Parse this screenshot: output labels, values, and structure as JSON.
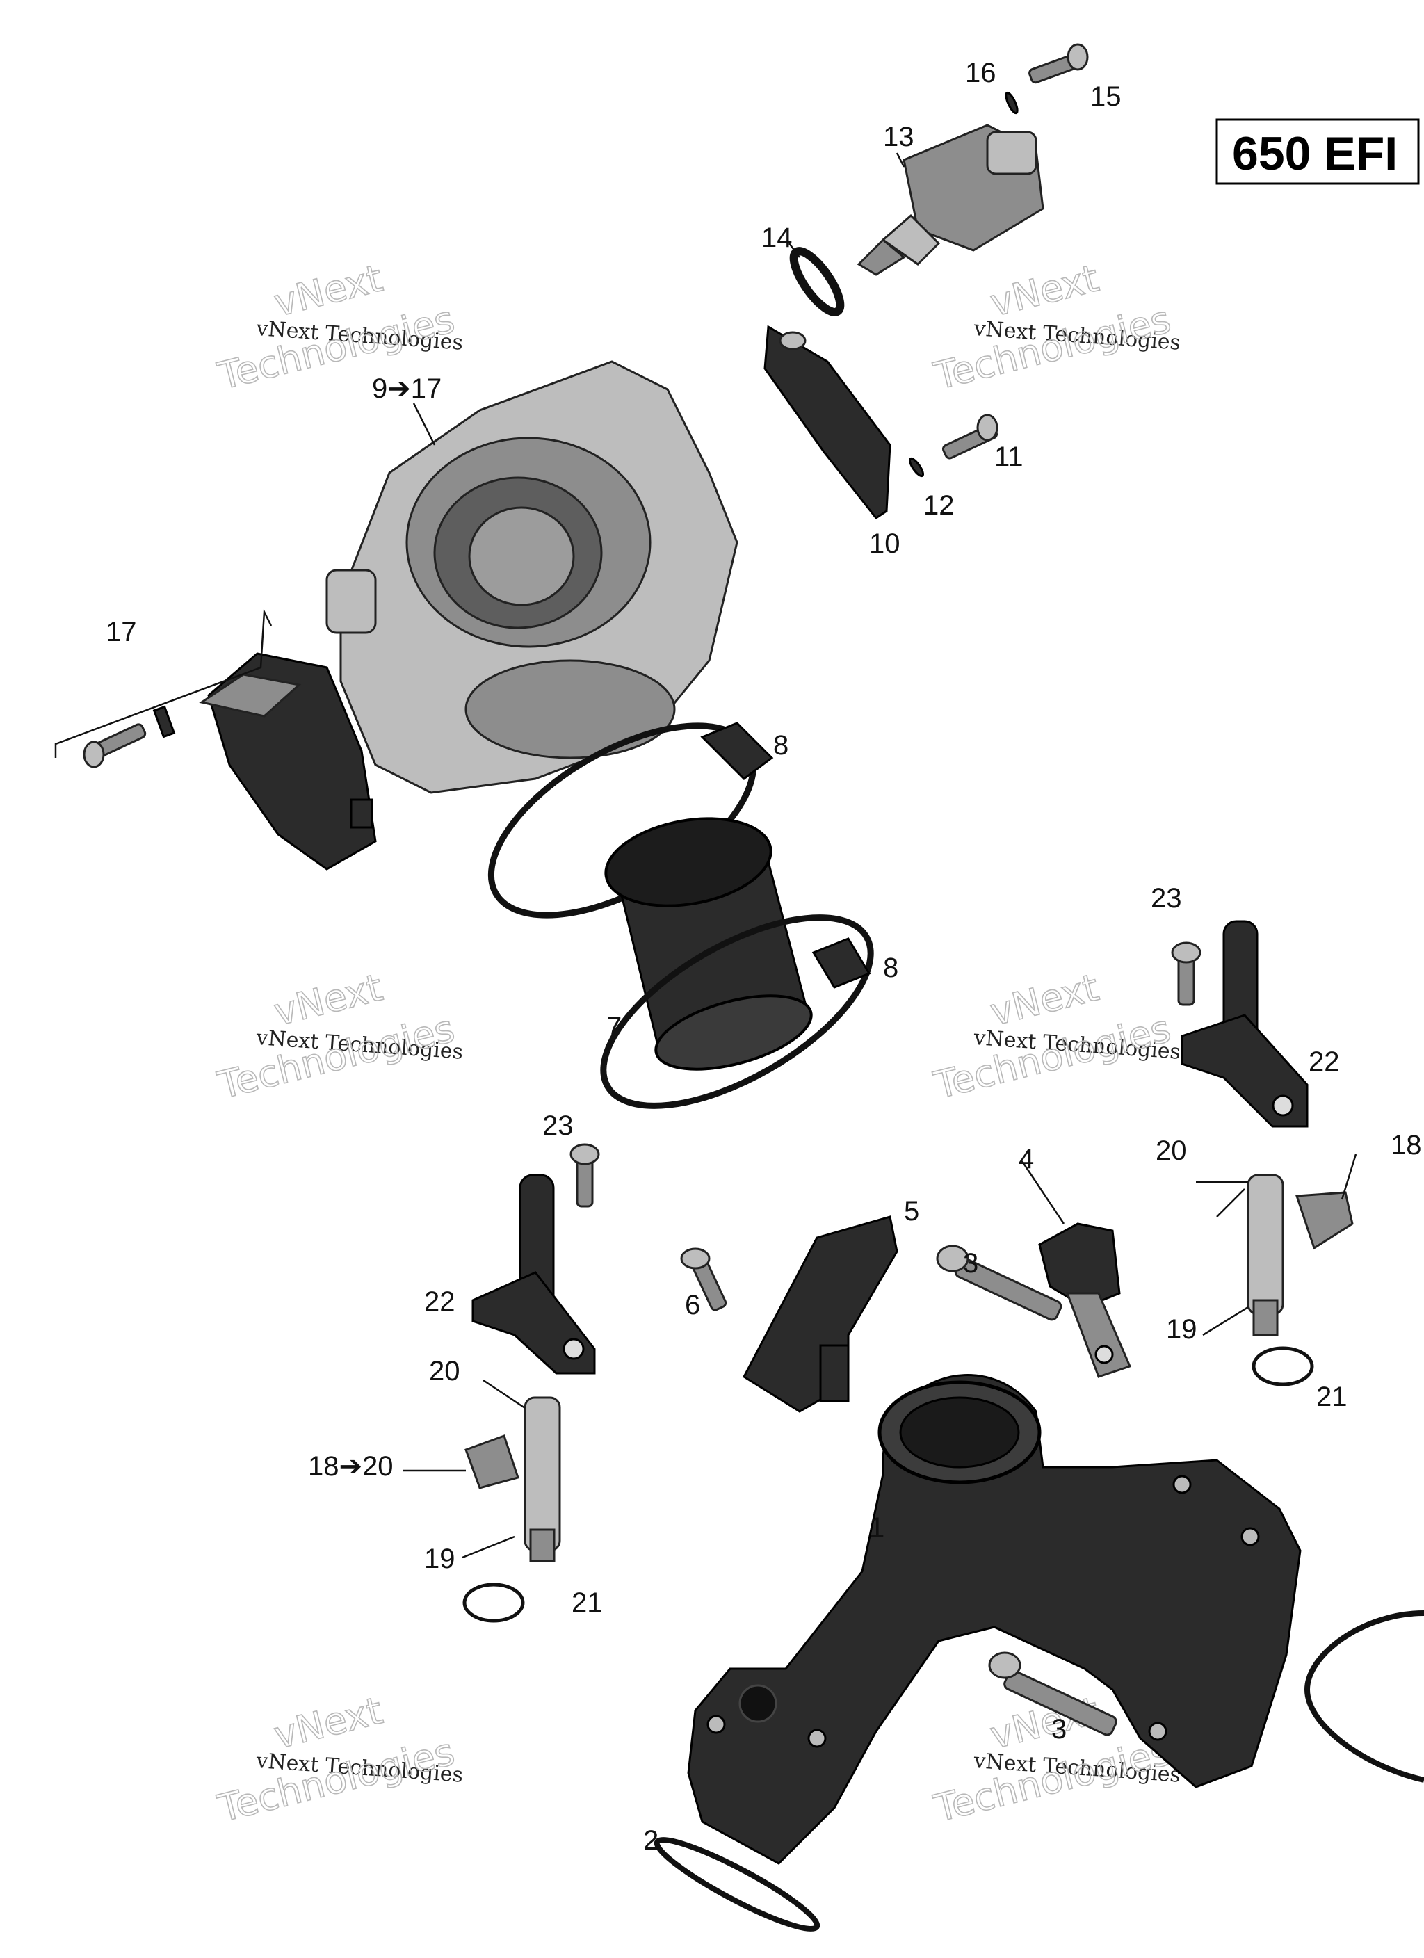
{
  "badge": {
    "label": "650 EFI"
  },
  "watermark": {
    "line1": "vNext",
    "line2": "vNext Technologies",
    "line3": "Technologies"
  },
  "callouts": {
    "c1": "1",
    "c2": "2",
    "c3a": "3",
    "c3b": "3",
    "c4": "4",
    "c5": "5",
    "c6": "6",
    "c7": "7",
    "c8a": "8",
    "c8b": "8",
    "c9": "9➔17",
    "c10": "10",
    "c11": "11",
    "c12": "12",
    "c13": "13",
    "c14": "14",
    "c15": "15",
    "c16": "16",
    "c17": "17",
    "c18a": "18➔20",
    "c18b": "18",
    "c19a": "19",
    "c19b": "19",
    "c20a": "20",
    "c20b": "20",
    "c21a": "21",
    "c21b": "21",
    "c22a": "22",
    "c22b": "22",
    "c23a": "23",
    "c23b": "23"
  }
}
